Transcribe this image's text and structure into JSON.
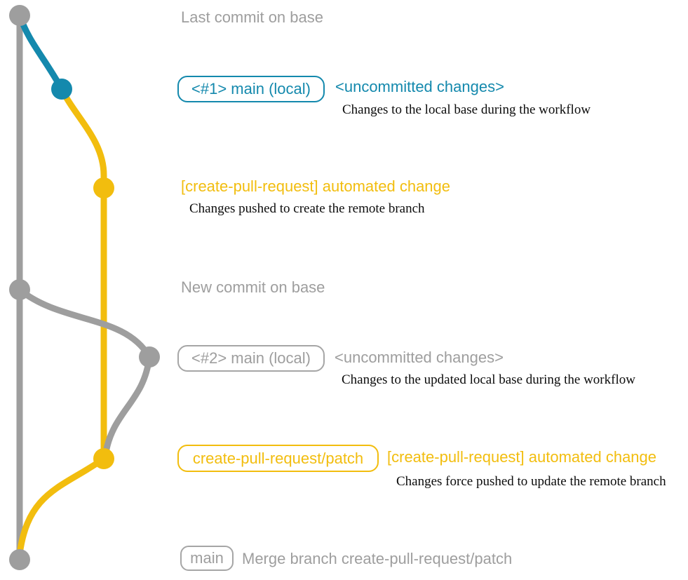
{
  "diagram_title": "create-pull-request action git workflow graph",
  "palette": {
    "base_gray": "#9e9e9e",
    "local_main_teal": "#1489ad",
    "pull_request_yellow": "#f2bd0e",
    "note_black": "#0c0c0c"
  },
  "rows": {
    "row1": {
      "message": "Last commit on base"
    },
    "row2": {
      "badge": "<#1> main (local)",
      "message": "<uncommitted changes>",
      "note": "Changes to the local base during the workflow"
    },
    "row3": {
      "message": "[create-pull-request] automated change",
      "note": "Changes pushed to create the remote branch"
    },
    "row4": {
      "message": "New commit on base"
    },
    "row5": {
      "badge": "<#2> main (local)",
      "message": "<uncommitted changes>",
      "note": "Changes to the updated local base during the workflow"
    },
    "row6": {
      "badge": "create-pull-request/patch",
      "message": "[create-pull-request] automated change",
      "note": "Changes force pushed to update the remote branch"
    },
    "row7": {
      "badge": "main",
      "message": "Merge branch create-pull-request/patch"
    }
  }
}
